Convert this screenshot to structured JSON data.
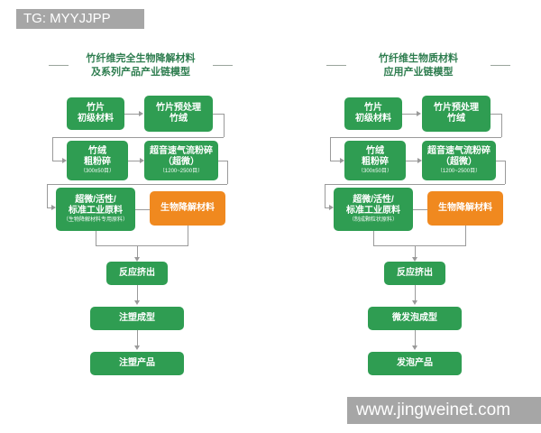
{
  "header": {
    "tag_label": "TG: MYYJJPP"
  },
  "watermark": {
    "text": "www.jingweinet.com"
  },
  "colors": {
    "box_green": "#2f9d52",
    "box_orange": "#f0891f",
    "title_text": "#2e7d4f",
    "banner_gray": "#a6a6a6",
    "connector": "#9a9a9a"
  },
  "charts": [
    {
      "title": {
        "line1": "竹纤维完全生物降解材料",
        "line2": "及系列产品产业链模型"
      },
      "nodes": {
        "raw": {
          "l1": "竹片",
          "l2": "初级材料"
        },
        "pretreat": {
          "l1": "竹片预处理",
          "l2": "竹绒"
        },
        "coarse": {
          "l1": "竹绒",
          "l2": "粗粉碎",
          "cap": "（300±50目）"
        },
        "jetmill": {
          "l1": "超音速气流粉碎",
          "l2": "（超微）",
          "cap": "（1200~2500目）"
        },
        "industrial": {
          "l1": "超微/活性/",
          "l2": "标准工业原料",
          "cap": "（生物降解材料专用原料）"
        },
        "biodegradable": {
          "label": "生物降解材料"
        },
        "extrusion": {
          "label": "反应挤出"
        },
        "molding": {
          "label": "注塑成型"
        },
        "product": {
          "label": "注塑产品"
        }
      }
    },
    {
      "title": {
        "line1": "竹纤维生物质材料",
        "line2": "应用产业链模型"
      },
      "nodes": {
        "raw": {
          "l1": "竹片",
          "l2": "初级材料"
        },
        "pretreat": {
          "l1": "竹片预处理",
          "l2": "竹绒"
        },
        "coarse": {
          "l1": "竹绒",
          "l2": "粗粉碎",
          "cap": "（300±50目）"
        },
        "jetmill": {
          "l1": "超音速气流粉碎",
          "l2": "（超微）",
          "cap": "（1200~2500目）"
        },
        "industrial": {
          "l1": "超微/活性/",
          "l2": "标准工业原料",
          "cap": "（制成颗粒状原料）"
        },
        "biodegradable": {
          "label": "生物降解材料"
        },
        "extrusion": {
          "label": "反应挤出"
        },
        "molding": {
          "label": "微发泡成型"
        },
        "product": {
          "label": "发泡产品"
        }
      }
    }
  ]
}
